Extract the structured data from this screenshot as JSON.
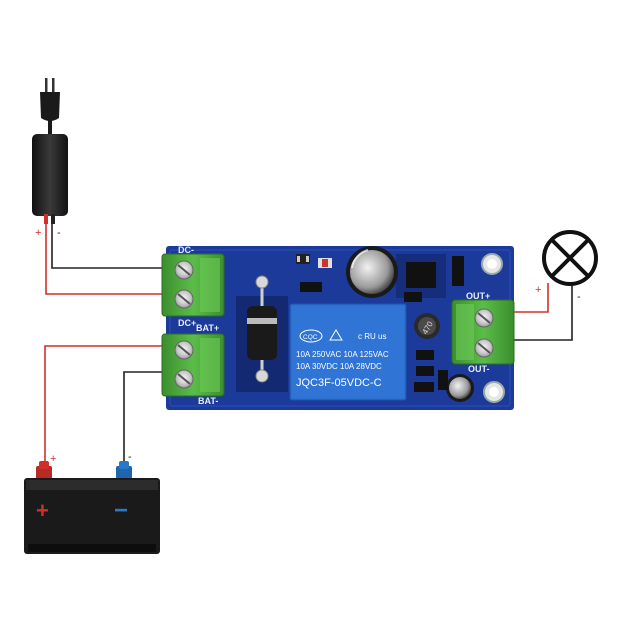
{
  "adapter": {
    "plus": "+",
    "minus": "-"
  },
  "board": {
    "dc_minus": "DC-",
    "dc_plus": "DC+",
    "bat_plus": "BAT+",
    "bat_minus": "BAT-",
    "out_plus": "OUT+",
    "out_minus": "OUT-",
    "capacitor_value": "470"
  },
  "relay": {
    "logo": "CQC",
    "cert": "c RU us",
    "line1": "10A 250VAC  10A 125VAC",
    "line2": "10A  30VDC  10A  28VDC",
    "model": "JQC3F-05VDC-C"
  },
  "lamp": {
    "plus": "+",
    "minus": "-"
  },
  "battery": {
    "plus_wire": "+",
    "minus_wire": "-",
    "plus_symbol": "+",
    "minus_symbol": "−"
  },
  "colors": {
    "board": "#1c3a9a",
    "terminal": "#4aa83a",
    "relay": "#2b6fd0",
    "wire_positive": "#d0302a",
    "wire_negative": "#222222",
    "battery_body": "#1a1a1a",
    "battery_plus": "#d0302a",
    "battery_minus": "#2a78c8"
  }
}
